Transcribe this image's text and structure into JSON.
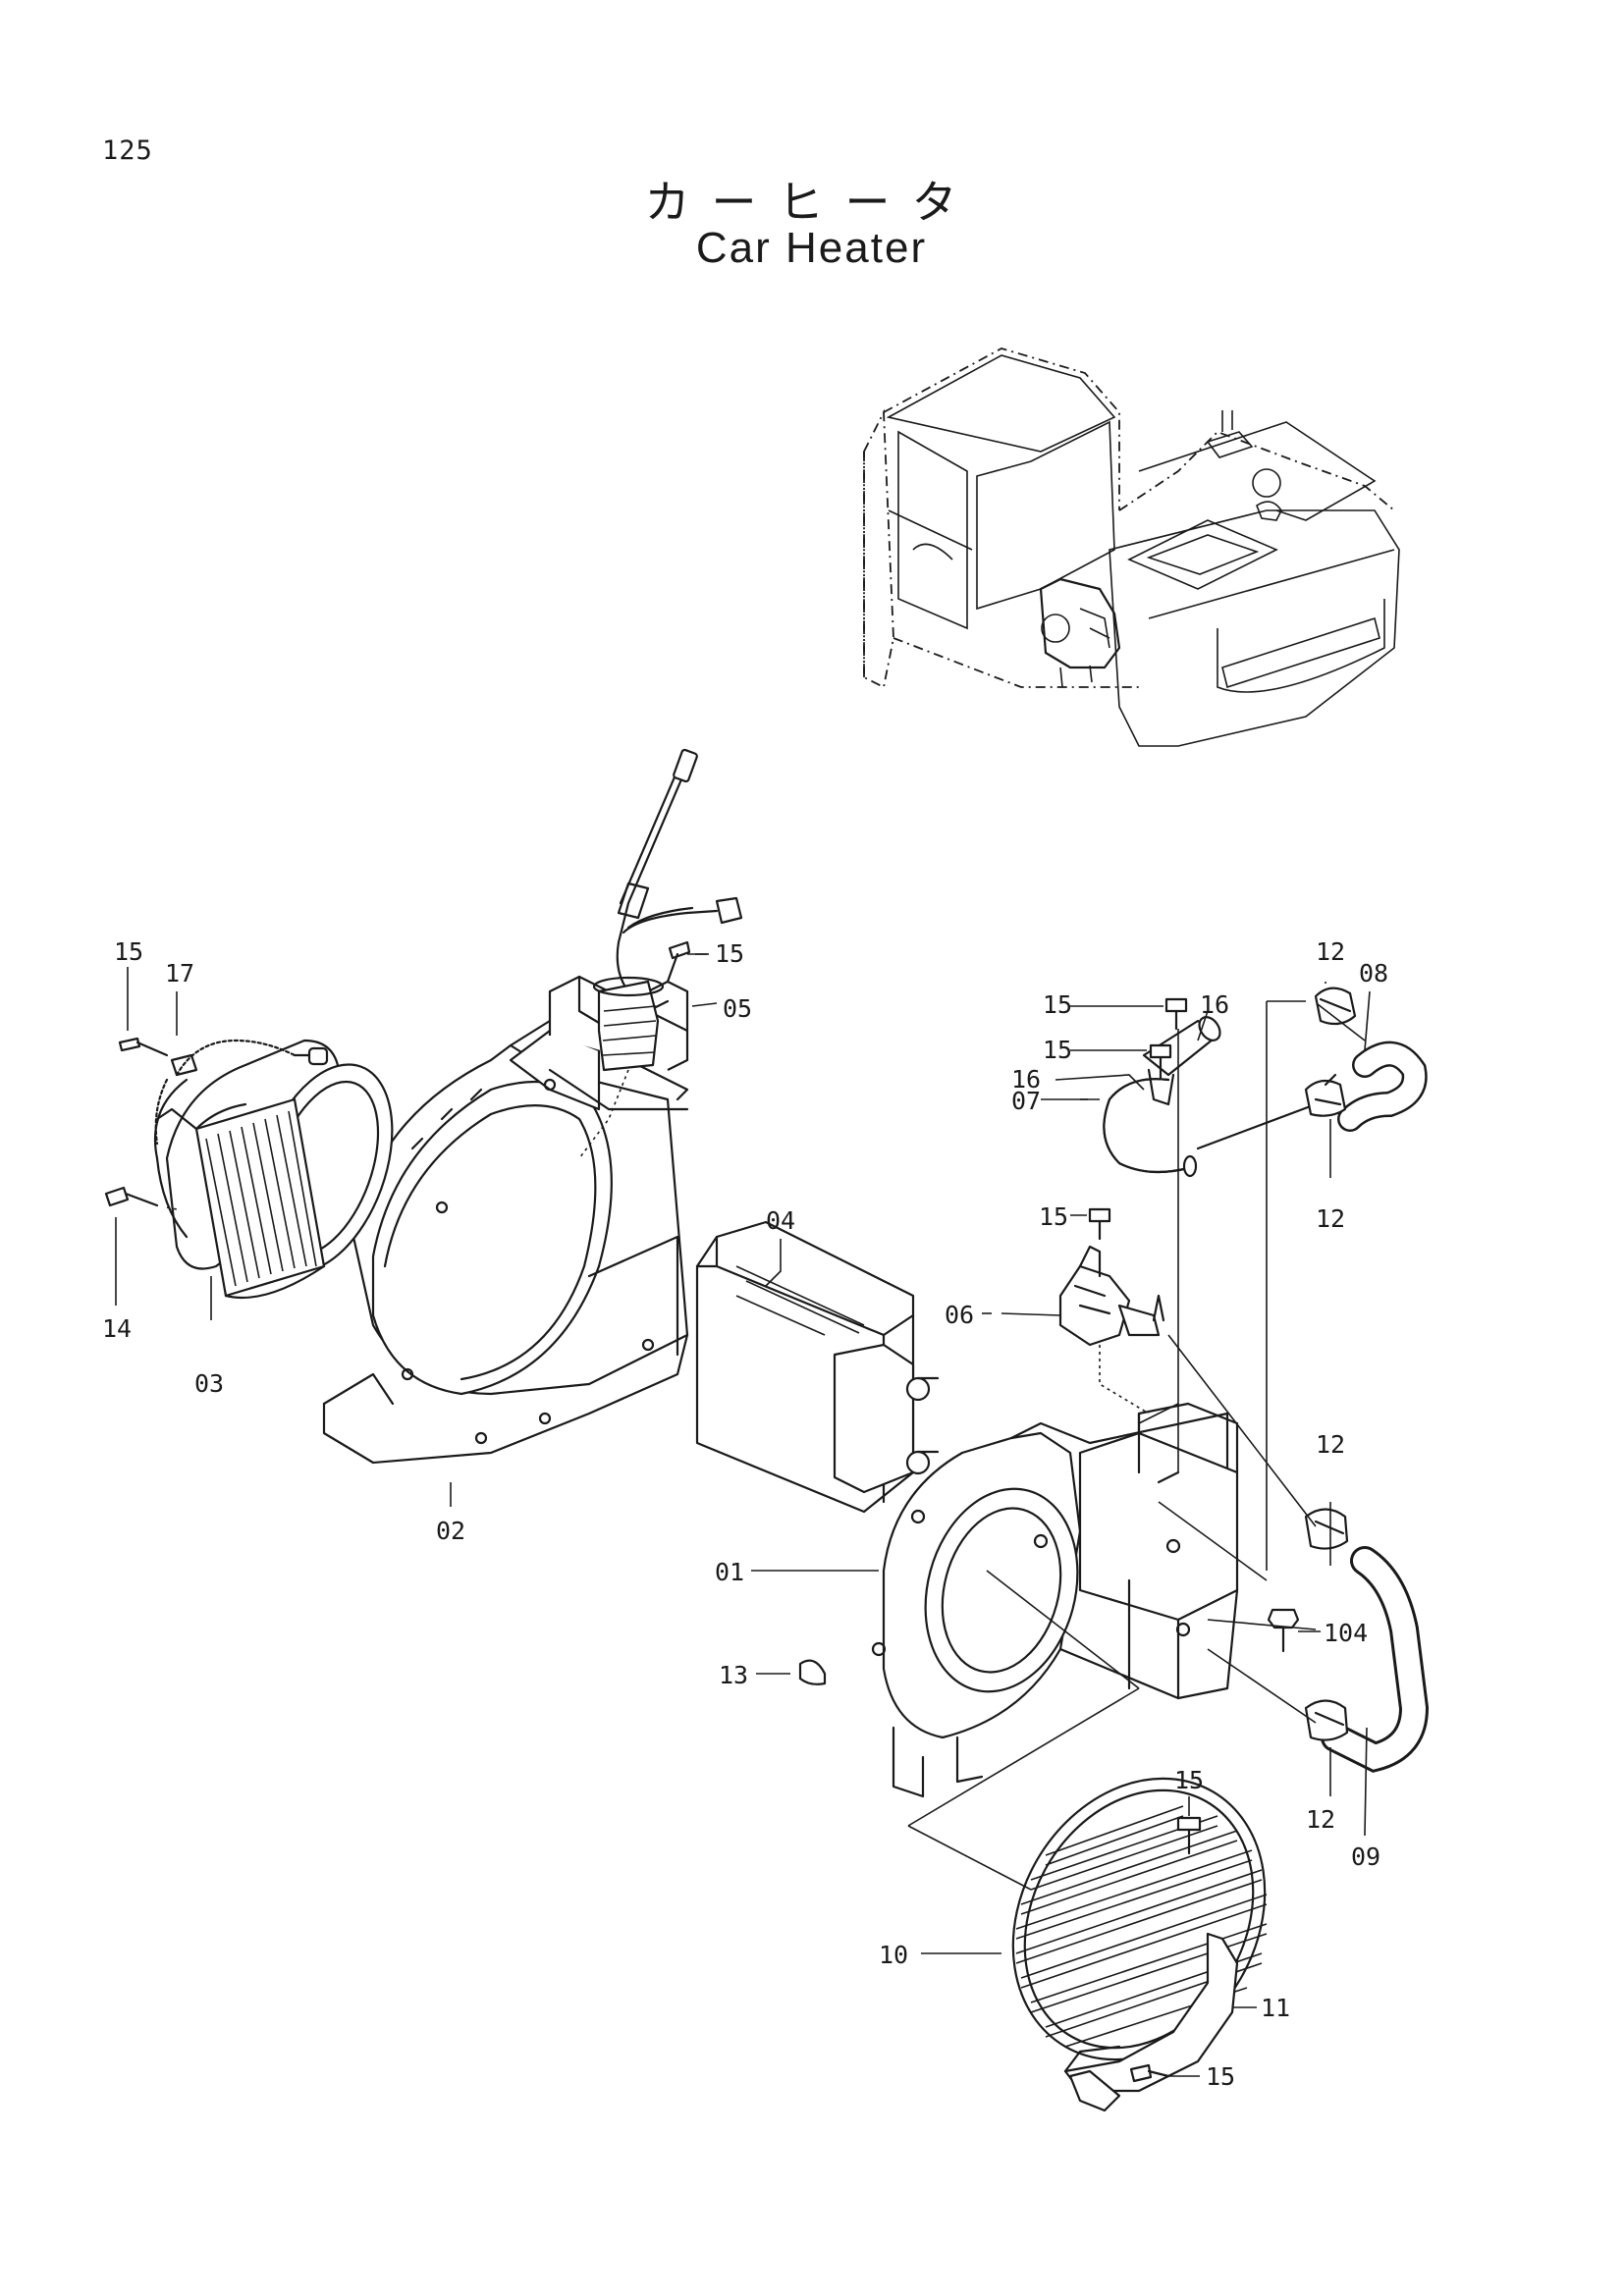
{
  "page": {
    "number": "125"
  },
  "title": {
    "japanese": "カーヒータ",
    "english": "Car Heater"
  },
  "callouts": {
    "c01": "01",
    "c02": "02",
    "c03": "03",
    "c04": "04",
    "c05": "05",
    "c06": "06",
    "c07": "07",
    "c08": "08",
    "c09": "09",
    "c10": "10",
    "c11": "11",
    "c12a": "12",
    "c12b": "12",
    "c12c": "12",
    "c12d": "12",
    "c13": "13",
    "c14": "14",
    "c15a": "15",
    "c15b": "15",
    "c15c": "15",
    "c15d": "15",
    "c15e": "15",
    "c15f": "15",
    "c15g": "15",
    "c16a": "16",
    "c16b": "16",
    "c17": "17",
    "c104": "104"
  }
}
